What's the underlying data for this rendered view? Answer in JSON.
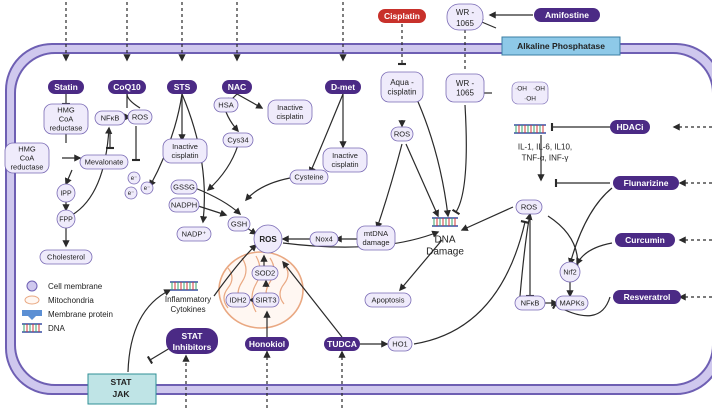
{
  "drugs": {
    "statin": "Statin",
    "coq10": "CoQ10",
    "sts": "STS",
    "nac": "NAC",
    "dmet": "D-met",
    "cisplatin": "Cisplatin",
    "wr1065_line1": "WR -",
    "wr1065_line2": "1065",
    "amifostine": "Amifostine",
    "hdaci": "HDACi",
    "flunarizine": "Flunarizine",
    "curcumin": "Curcumin",
    "resveratrol": "Resveratrol",
    "stat_inhibitors_line1": "STAT",
    "stat_inhibitors_line2": "Inhibitors",
    "honokiol": "Honokiol",
    "tudca": "TUDCA"
  },
  "membrane": {
    "alkaline_phosphatase": "Alkaline Phosphatase",
    "stat_jak_line1": "STAT",
    "stat_jak_line2": "JAK"
  },
  "nodes": {
    "hmg1": [
      "HMG",
      "CoA",
      "reductase"
    ],
    "hmg2": [
      "HMG",
      "CoA",
      "reductase"
    ],
    "nfkb_left": "NFκB",
    "ros_left": "ROS",
    "mevalonate": "Mevalonate",
    "ipp": "IPP",
    "fpp": "FPP",
    "cholesterol": "Cholesterol",
    "inactive_cis_sts": [
      "Inactive",
      "cisplatin"
    ],
    "electrons": [
      "e⁻",
      "e⁻",
      "e⁻"
    ],
    "hsa": "HSA",
    "inactive_cis_nac": [
      "Inactive",
      "cisplatin"
    ],
    "cys34": "Cys34",
    "inactive_cis_dmet": [
      "Inactive",
      "cisplatin"
    ],
    "cysteine": "Cysteine",
    "gssg": "GSSG",
    "nadph": "NADPH",
    "nadp": "NADP⁺",
    "gsh": "GSH",
    "ros_center": "ROS",
    "nox4": "Nox4",
    "mtdna": [
      "mtDNA",
      "damage"
    ],
    "aqua": [
      "Aqua -",
      "cisplatin"
    ],
    "ros_aqua": "ROS",
    "dna_damage": [
      "DNA",
      "Damage"
    ],
    "wr_inner": [
      "WR -",
      "1065"
    ],
    "oh": [
      "·OH",
      "·OH",
      "·OH"
    ],
    "cytokines_text": [
      "IL-1, IL-6, IL10,",
      "TNF-α, INF-γ"
    ],
    "ros_right": "ROS",
    "nrf2": "Nrf2",
    "nfkb_right": "NFκB",
    "mapks": "MAPKs",
    "apoptosis": "Apoptosis",
    "sod2": "SOD2",
    "idh2": "IDH2",
    "sirt3": "SIRT3",
    "ho1": "HO1",
    "inflammatory_cytokines": [
      "Inflammatory",
      "Cytokines"
    ]
  },
  "legend": [
    {
      "icon": "cell-membrane-icon",
      "label": "Cell membrane"
    },
    {
      "icon": "mitochondria-icon",
      "label": "Mitochondria"
    },
    {
      "icon": "membrane-protein-icon",
      "label": "Membrane protein"
    },
    {
      "icon": "dna-icon",
      "label": "DNA"
    }
  ],
  "colors": {
    "drug_purple": "#4b2a85",
    "node_fill": "#efebfb",
    "node_stroke": "#7a6bb5",
    "membrane_fill": "#cfc8ee",
    "membrane_stroke": "#6e5fb3",
    "cisplatin_red": "#c8312b",
    "protein_blue": "#8ec9e8",
    "mito_orange": "#e9a882"
  }
}
